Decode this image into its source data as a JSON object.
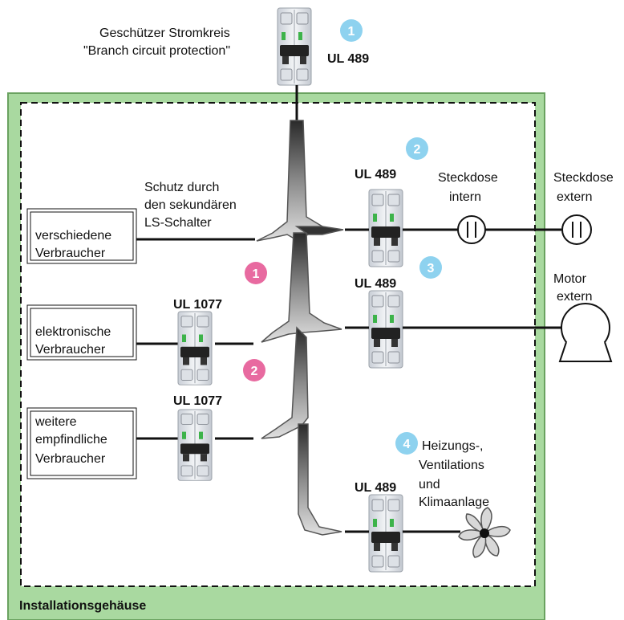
{
  "top_breaker": {
    "label_line1": "Geschützer Stromkreis",
    "label_line2": "\"Branch circuit protection\"",
    "ul": "UL 489",
    "badge": "1"
  },
  "enclosure_label": "Installationsgehäuse",
  "secondary_note": [
    "Schutz durch",
    "den sekundären",
    "LS-Schalter"
  ],
  "loads": [
    {
      "lines": [
        "verschiedene",
        "Verbraucher"
      ]
    },
    {
      "lines": [
        "elektronische",
        "Verbraucher"
      ]
    },
    {
      "lines": [
        "weitere",
        "empfindliche",
        "Verbraucher"
      ]
    }
  ],
  "left_breakers": [
    {
      "ul": "UL 1077"
    },
    {
      "ul": "UL 1077"
    }
  ],
  "pink_badges": [
    "1",
    "2"
  ],
  "right_breakers": [
    {
      "ul": "UL 489",
      "badge": "2"
    },
    {
      "ul": "UL 489",
      "badge": "3"
    },
    {
      "ul": "UL 489",
      "badge": "4"
    }
  ],
  "outlet_internal": [
    "Steckdose",
    "intern"
  ],
  "outlet_external": [
    "Steckdose",
    "extern"
  ],
  "motor": [
    "Motor",
    "extern"
  ],
  "hvac": [
    "Heizungs-,",
    "Ventilations",
    "und",
    "Klimaanlage"
  ],
  "colors": {
    "enclosure_fill": "#a9d9a0",
    "enclosure_stroke": "#6aa260",
    "badge_blue": "#8ed2ef",
    "badge_pink": "#e86aa0",
    "breaker_body": "#e6e9ee",
    "breaker_green": "#3db34a"
  }
}
